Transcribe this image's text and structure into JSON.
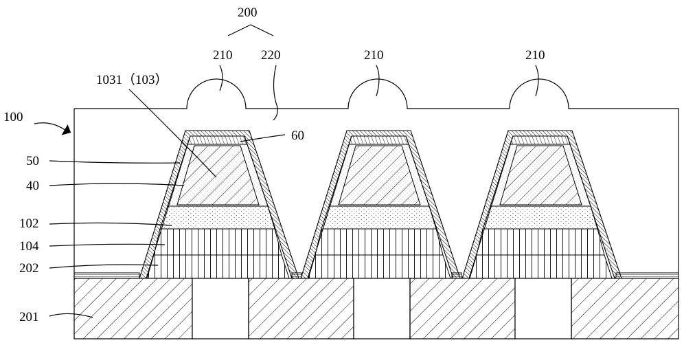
{
  "labels": {
    "l200": "200",
    "l210a": "210",
    "l220": "220",
    "l210b": "210",
    "l210c": "210",
    "l1031": "1031（103）",
    "l100": "100",
    "l60": "60",
    "l50": "50",
    "l40": "40",
    "l102": "102",
    "l104": "104",
    "l202": "202",
    "l201": "201"
  }
}
